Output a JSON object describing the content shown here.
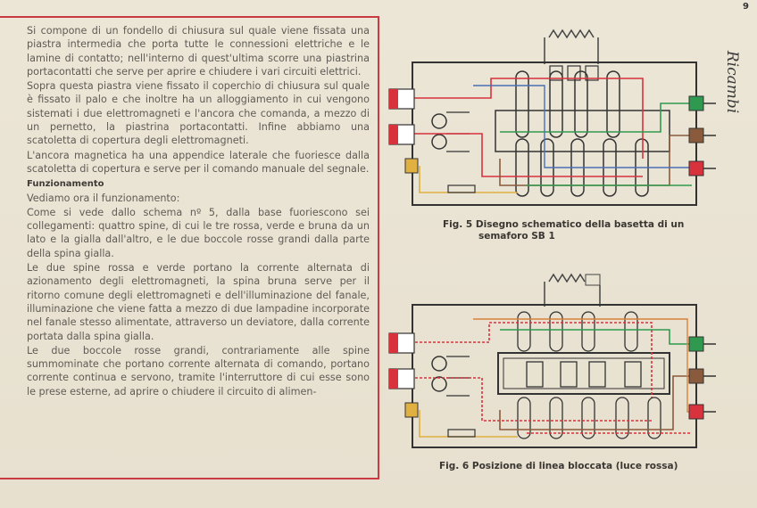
{
  "page_number": "9",
  "running_title": "Ricambi",
  "paragraphs": [
    "Si compone di un fondello di chiusura sul quale viene fissata una piastra intermedia che porta tutte le connessioni elettriche e le lamine di contatto; nell'interno di quest'ultima scorre una piastrina portacontatti che serve per aprire e chiudere i vari circuiti elettrici.",
    "Sopra questa piastra viene fissato il coperchio di chiusura sul quale è fissato il palo e che inoltre ha un alloggiamento in cui vengono sistemati i due elettromagneti e l'ancora che comanda, a mezzo di un pernetto, la piastrina portacontatti. Infine abbiamo una scatoletta di copertura degli elettromagneti.",
    "L'ancora magnetica ha una appendice laterale che fuoriesce dalla scatoletta di copertura e serve per il comando manuale del segnale."
  ],
  "heading": "Funzionamento",
  "paragraphs2": [
    "Vediamo ora il funzionamento:",
    "Come si vede dallo schema nº 5, dalla base fuoriescono sei collegamenti: quattro spine, di cui le tre rossa, verde e bruna da un lato e la gialla dall'altro, e le due boccole rosse grandi dalla parte della spina gialla.",
    "Le due spine rossa e verde portano la corrente alternata di azionamento degli elettromagneti, la spina bruna serve per il ritorno comune degli elettromagneti e dell'illuminazione del fanale, illuminazione che viene fatta a mezzo di due lampadine incorporate nel fanale stesso alimentate, attraverso un deviatore, dalla corrente portata dalla spina gialla.",
    "Le due boccole rosse grandi, contrariamente alle spine summominate che portano corrente alternata di comando, portano corrente continua e servono, tramite l'interruttore di cui esse sono le prese esterne, ad aprire o chiudere il circuito di alimen-"
  ],
  "fig5_caption_line1": "Fig. 5  Disegno schematico della basetta di un",
  "fig5_caption_line2": "semaforo SB 1",
  "fig6_caption": "Fig. 6  Posizione di linea bloccata (luce rossa)",
  "colors": {
    "border_red": "#c93a43",
    "wire_red": "#d8323c",
    "wire_green": "#2f9a4f",
    "wire_brown": "#8a5a3c",
    "wire_yellow": "#e0b040",
    "wire_blue": "#4a6fb5",
    "wire_orange": "#d9823a"
  }
}
